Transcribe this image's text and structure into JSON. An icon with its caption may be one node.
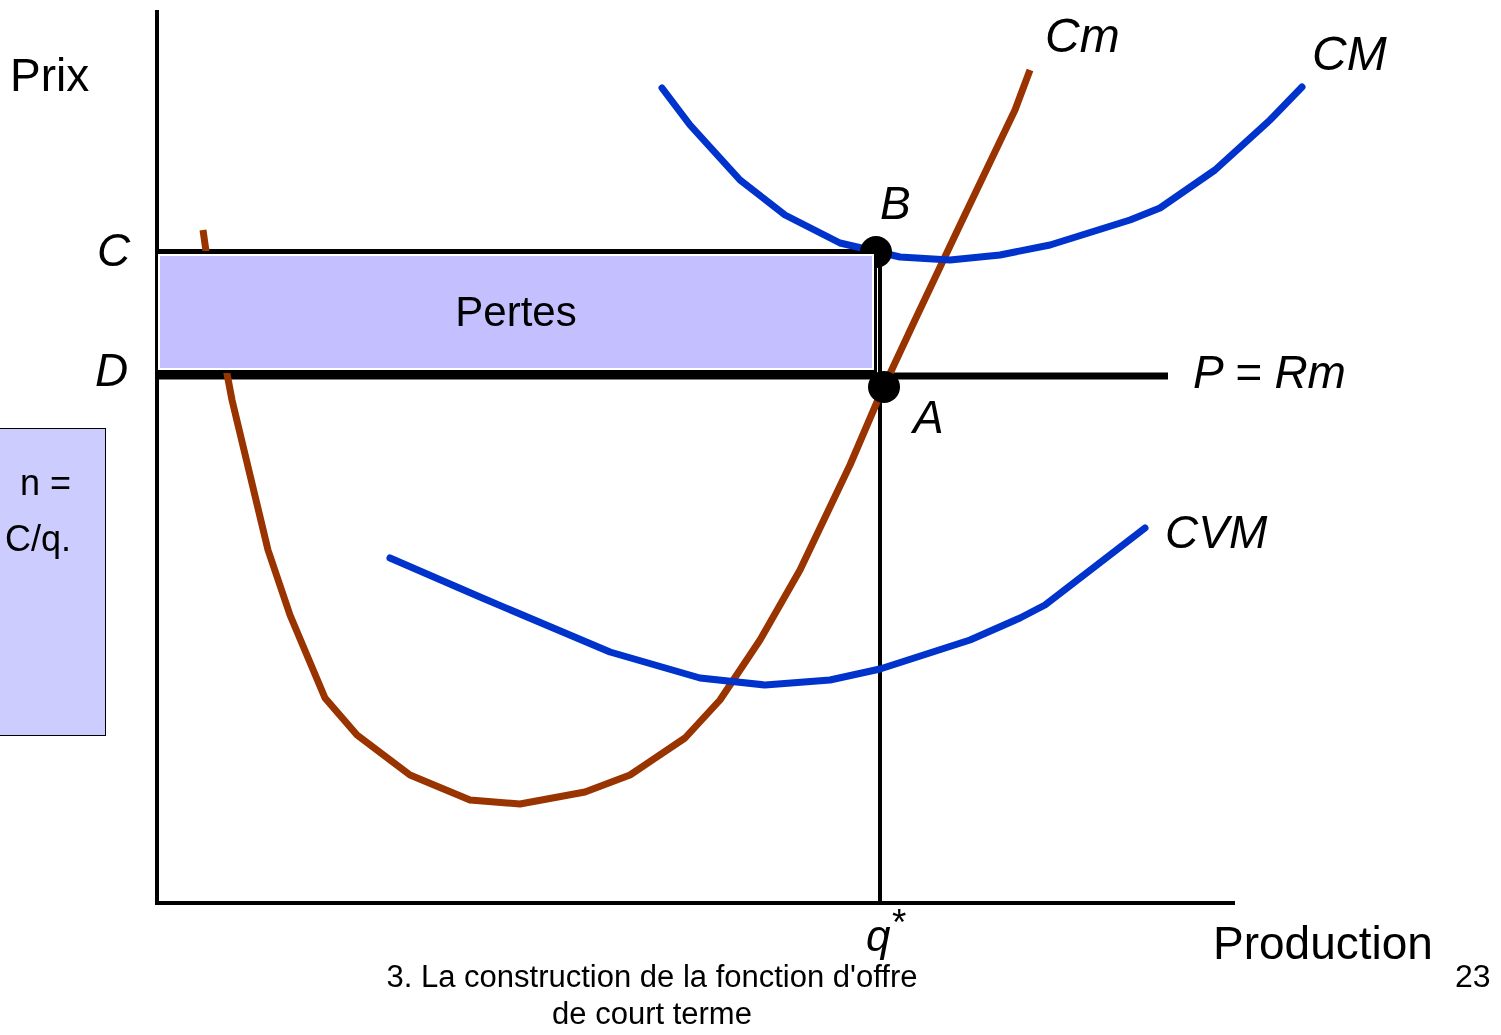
{
  "diagram": {
    "caption": "3. La construction de la fonction d'offre de court terme",
    "nodes": [
      {
        "text": [
          "Pertes"
        ]
      },
      {
        "text": [
          "n = C/q."
        ]
      }
    ],
    "labels": [
      "Prix",
      "Cm",
      "CM",
      "B",
      "C",
      "D",
      "P = Rm",
      "A",
      "CVM",
      "q$^{*}$",
      "Production",
      "23"
    ]
  }
}
